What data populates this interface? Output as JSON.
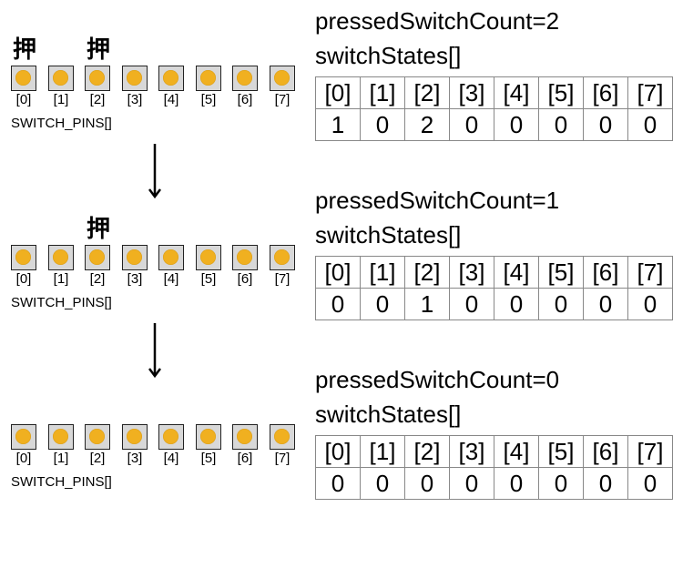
{
  "indices": [
    "[0]",
    "[1]",
    "[2]",
    "[3]",
    "[4]",
    "[5]",
    "[6]",
    "[7]"
  ],
  "pins_label": "SWITCH_PINS[]",
  "array_label": "switchStates[]",
  "pressed_glyph": "押",
  "stages": [
    {
      "count_text": "pressedSwitchCount=2",
      "pressed": [
        0,
        2
      ],
      "states": [
        "1",
        "0",
        "2",
        "0",
        "0",
        "0",
        "0",
        "0"
      ]
    },
    {
      "count_text": "pressedSwitchCount=1",
      "pressed": [
        2
      ],
      "states": [
        "0",
        "0",
        "1",
        "0",
        "0",
        "0",
        "0",
        "0"
      ]
    },
    {
      "count_text": "pressedSwitchCount=0",
      "pressed": [],
      "states": [
        "0",
        "0",
        "0",
        "0",
        "0",
        "0",
        "0",
        "0"
      ]
    }
  ]
}
